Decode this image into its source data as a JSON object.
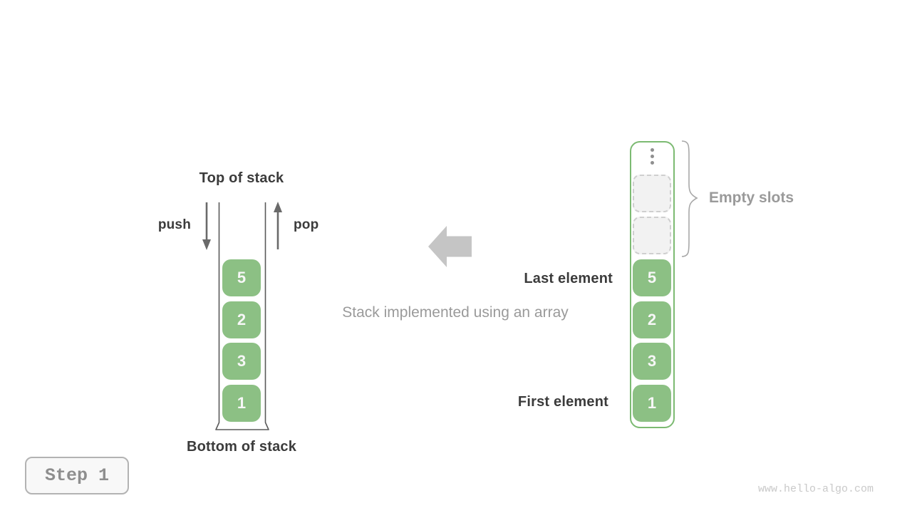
{
  "diagram": {
    "step_label": "Step 1",
    "watermark": "www.hello-algo.com",
    "caption": "Stack implemented using an array"
  },
  "left_stack": {
    "top_label": "Top of stack",
    "bottom_label": "Bottom of stack",
    "push_label": "push",
    "pop_label": "pop",
    "cells": [
      "5",
      "2",
      "3",
      "1"
    ]
  },
  "right_array": {
    "empty_slots_label": "Empty slots",
    "last_element_label": "Last element",
    "first_element_label": "First element",
    "empty_slot_count": 2,
    "cells": [
      "5",
      "2",
      "3",
      "1"
    ]
  },
  "colors": {
    "cell_green": "#8cc084",
    "array_border_green": "#7cba72",
    "dark_text": "#3b3b3b",
    "gray_text": "#9a9a9a",
    "block_arrow_gray": "#c5c5c5",
    "outline_gray": "#5a5a5a",
    "slot_fill": "#f2f2f2",
    "slot_border": "#cfcfcf"
  }
}
